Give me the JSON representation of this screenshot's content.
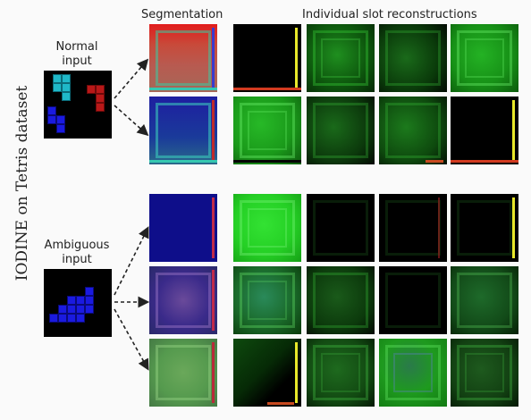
{
  "side_title": "IODINE on Tetris dataset",
  "headers": {
    "segmentation": "Segmentation",
    "slots": "Individual slot reconstructions"
  },
  "normal": {
    "label_line1": "Normal",
    "label_line2": "input"
  },
  "ambiguous": {
    "label_line1": "Ambiguous",
    "label_line2": "input"
  },
  "colors": {
    "background": "#fafafa",
    "text": "#222222",
    "slot_green": "#22cc22",
    "seg_red": "#d03a30",
    "seg_blue": "#14148c",
    "piece_cyan": "#1fb8c8",
    "piece_red": "#b81818",
    "piece_blue": "#1a1ae0"
  }
}
